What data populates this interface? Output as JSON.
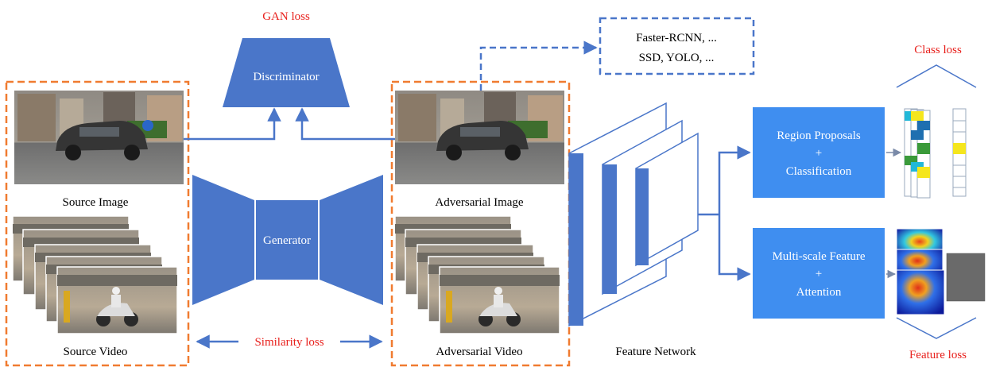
{
  "labels": {
    "gan_loss": "GAN loss",
    "discriminator": "Discriminator",
    "detectors_line1": "Faster-RCNN, ...",
    "detectors_line2": "SSD, YOLO, ...",
    "class_loss": "Class loss",
    "source_image": "Source Image",
    "adversarial_image": "Adversarial Image",
    "generator": "Generator",
    "region_line1": "Region Proposals",
    "region_plus": "+",
    "region_line2": "Classification",
    "msf_line1": "Multi-scale Feature",
    "msf_plus": "+",
    "msf_line2": "Attention",
    "source_video": "Source Video",
    "similarity_loss": "Similarity loss",
    "adversarial_video": "Adversarial Video",
    "feature_network": "Feature Network",
    "feature_loss": "Feature loss"
  },
  "colors": {
    "block_blue": "#4a76c9",
    "box_blue": "#3f8ef0",
    "frame_orange": "#f07b30",
    "loss_red": "#e8201c",
    "highlight_yellow": "#f5e61e",
    "highlight_green": "#3a9a3a",
    "highlight_blue": "#1f6fb0",
    "highlight_cyan": "#22b8d8"
  }
}
